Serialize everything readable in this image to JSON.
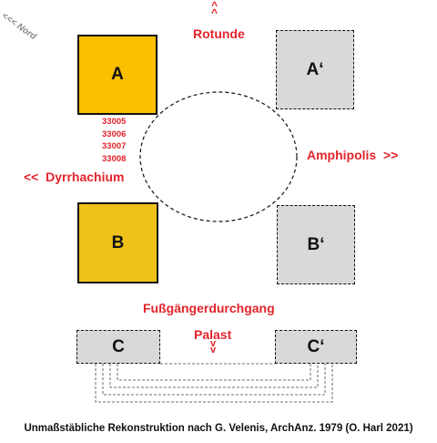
{
  "north_label": "<<< Nord",
  "top": {
    "caret": "^\n^",
    "rotunde": "Rotunde"
  },
  "boxes": {
    "A": "A",
    "A_prime": "A‘",
    "B": "B",
    "B_prime": "B‘",
    "C": "C",
    "C_prime": "C‘"
  },
  "numbers": [
    "33005",
    "33006",
    "33007",
    "33008"
  ],
  "left_arrow_label": "<<  Dyrrhachium",
  "right_arrow_label": "Amphipolis  >>",
  "fussgaenger": "Fußgängerdurchgang",
  "palast": {
    "label": "Palast",
    "caret": "v\nv"
  },
  "caption": "Unmaßstäbliche Rekonstruktion nach G. Velenis, ArchAnz. 1979 (O. Harl  2021)",
  "colors": {
    "accent_red": "#e3242b",
    "box_A": "#fdc000",
    "box_B": "#efc21a",
    "box_grey": "#d9d9d9"
  }
}
